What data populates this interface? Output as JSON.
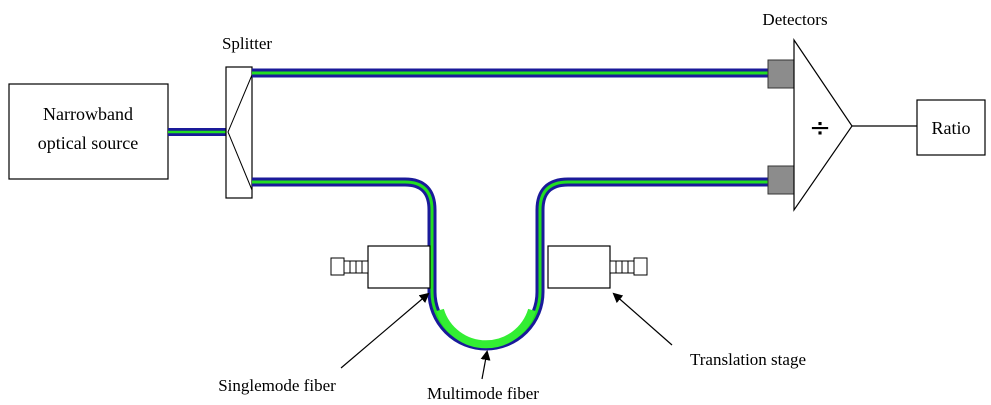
{
  "diagram": {
    "source_label_line1": "Narrowband",
    "source_label_line2": "optical source",
    "splitter_label": "Splitter",
    "detectors_label": "Detectors",
    "divider_symbol": "÷",
    "ratio_label": "Ratio",
    "singlemode_label": "Singlemode fiber",
    "multimode_label": "Multimode fiber",
    "translation_label": "Translation stage"
  },
  "colors": {
    "fiber_outer": "#1a1a9a",
    "fiber_core": "#22dd22",
    "multimode_core": "#33ee33",
    "detector_fill": "#8c8c8c"
  }
}
